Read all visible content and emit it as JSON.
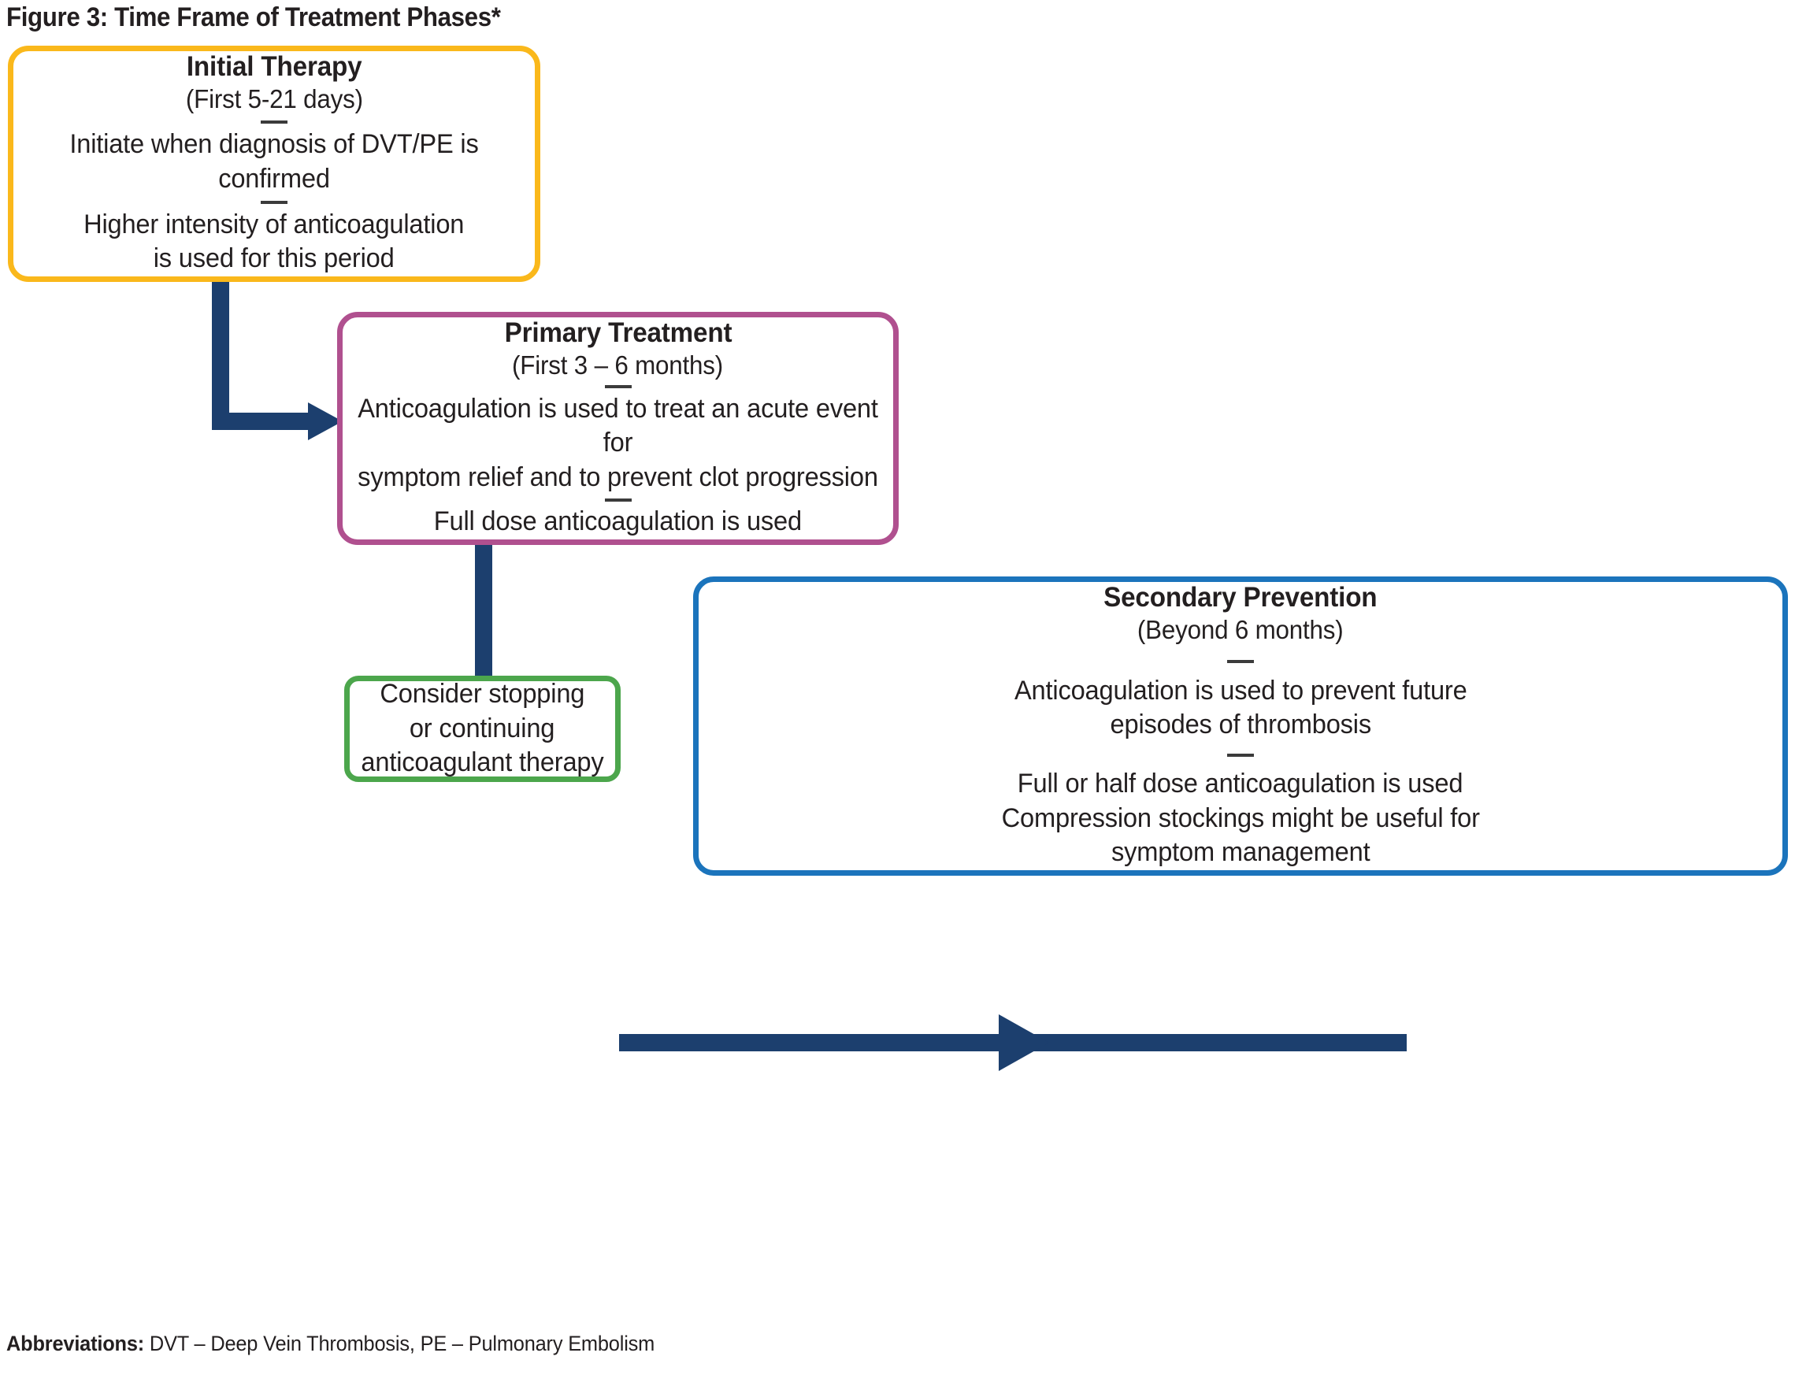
{
  "figure": {
    "title": "Figure 3: Time Frame of Treatment Phases*",
    "footer_label": "Abbreviations:",
    "footer_text": " DVT – Deep Vein Thrombosis, PE – Pulmonary Embolism"
  },
  "colors": {
    "initial_border": "#fab81b",
    "primary_border": "#b0508f",
    "consider_border": "#4ca64c",
    "secondary_border": "#1b74bc",
    "connector": "#1c3f6e",
    "text": "#231f20",
    "background": "#ffffff"
  },
  "boxes": {
    "initial": {
      "title": "Initial Therapy",
      "subtitle": "(First 5-21 days)",
      "separator": "—",
      "body1": "Initiate when diagnosis of DVT/PE is confirmed",
      "body2_line1": "Higher intensity of anticoagulation",
      "body2_line2": "is used for this period"
    },
    "primary": {
      "title": "Primary Treatment",
      "subtitle": "(First 3 – 6 months)",
      "separator": "—",
      "body1_line1": "Anticoagulation is used to treat an acute event for",
      "body1_line2": "symptom relief and to prevent clot progression",
      "body2": "Full dose anticoagulation is used"
    },
    "consider": {
      "line1": "Consider stopping",
      "line2": "or continuing",
      "line3": "anticoagulant therapy"
    },
    "secondary": {
      "title": "Secondary Prevention",
      "subtitle": "(Beyond 6 months)",
      "separator": "—",
      "body1_line1": "Anticoagulation is used to prevent future",
      "body1_line2": "episodes of thrombosis",
      "body2": "Full or half dose anticoagulation is used",
      "body3_line1": "Compression stockings might be useful for",
      "body3_line2": "symptom management"
    }
  },
  "connectors": [
    {
      "name": "initial-to-primary",
      "from": "initial",
      "to": "primary",
      "style": "elbow-arrow"
    },
    {
      "name": "primary-to-consider",
      "from": "primary",
      "to": "consider",
      "style": "line"
    },
    {
      "name": "consider-to-secondary",
      "from": "consider",
      "to": "secondary",
      "style": "arrow"
    }
  ]
}
